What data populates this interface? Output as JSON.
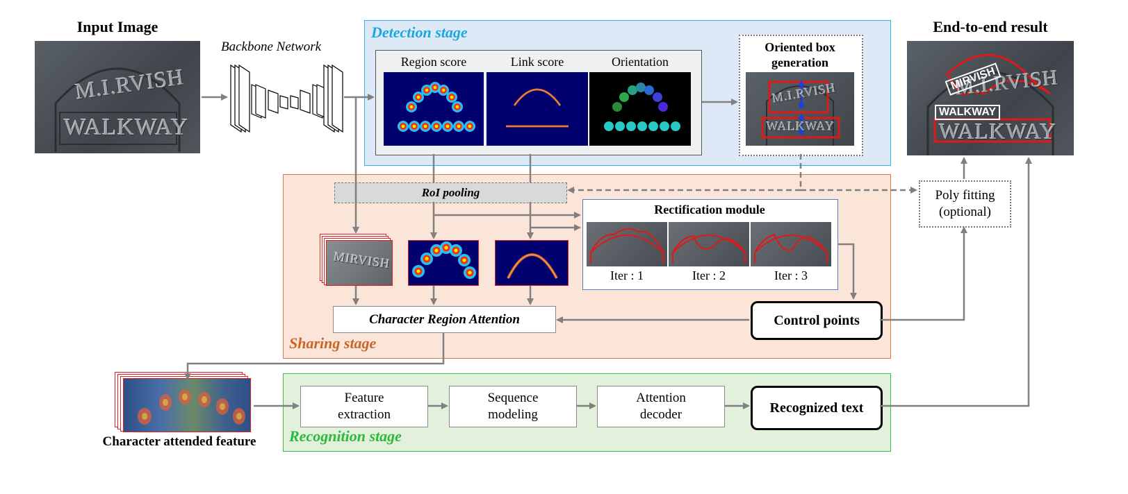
{
  "input": {
    "title": "Input Image",
    "line1": "M.I.RVISH",
    "line2": "WALKWAY"
  },
  "backbone": {
    "label": "Backbone Network"
  },
  "detection": {
    "title": "Detection stage",
    "maps": [
      "Region score",
      "Link score",
      "Orientation"
    ],
    "oriented_box": "Oriented box generation"
  },
  "result": {
    "title": "End-to-end result",
    "tag1": "MIRVISH",
    "tag2": "WALKWAY"
  },
  "sharing": {
    "title": "Sharing stage",
    "roi": "RoI pooling",
    "rect_title": "Rectification module",
    "iters": [
      "Iter : 1",
      "Iter : 2",
      "Iter : 3"
    ],
    "cra": "Character Region Attention",
    "control": "Control points"
  },
  "poly": {
    "label": "Poly fitting (optional)"
  },
  "caf": {
    "label": "Character attended feature"
  },
  "recognition": {
    "title": "Recognition stage",
    "steps": [
      "Feature extraction",
      "Sequence modeling",
      "Attention decoder"
    ],
    "output": "Recognized text"
  },
  "colors": {
    "detection_bg": "#dde9f6",
    "detection_border": "#2fb4e8",
    "detection_title": "#1aa7df",
    "sharing_bg": "#fbe5d9",
    "sharing_border": "#d9793e",
    "sharing_title": "#c9652a",
    "recognition_bg": "#e3f1dc",
    "recognition_border": "#3bbd4a",
    "recognition_title": "#2cb83a",
    "arrow": "#808080",
    "highlight": "#e02020"
  }
}
